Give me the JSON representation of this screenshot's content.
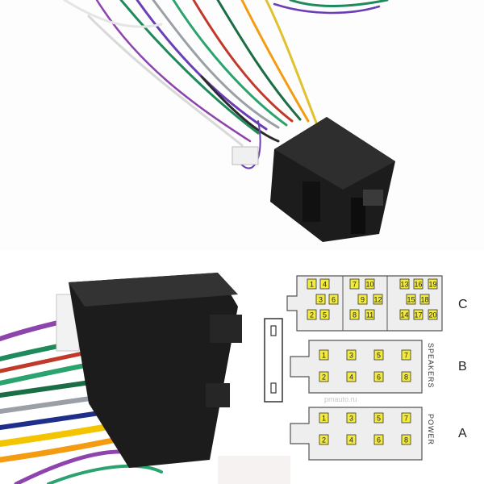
{
  "connector_c": {
    "letter": "C",
    "pins": [
      "1",
      "2",
      "3",
      "4",
      "5",
      "6",
      "7",
      "8",
      "9",
      "10",
      "11",
      "12",
      "13",
      "14",
      "15",
      "16",
      "17",
      "18",
      "19",
      "20"
    ]
  },
  "connector_b": {
    "letter": "B",
    "side_label": "SPEAKERS",
    "pins_top": [
      "1",
      "3",
      "5",
      "7"
    ],
    "pins_bottom": [
      "2",
      "4",
      "6",
      "8"
    ]
  },
  "connector_a": {
    "letter": "A",
    "side_label": "POWER",
    "pins_top": [
      "1",
      "3",
      "5",
      "7"
    ],
    "pins_bottom": [
      "2",
      "4",
      "6",
      "8"
    ]
  },
  "watermark": "pmauto.ru",
  "colors": {
    "pin_fill": "#f2ea3c",
    "connector_fill": "#e9e9e9",
    "connector_stroke": "#555555",
    "housing": "#1c1c1c"
  }
}
